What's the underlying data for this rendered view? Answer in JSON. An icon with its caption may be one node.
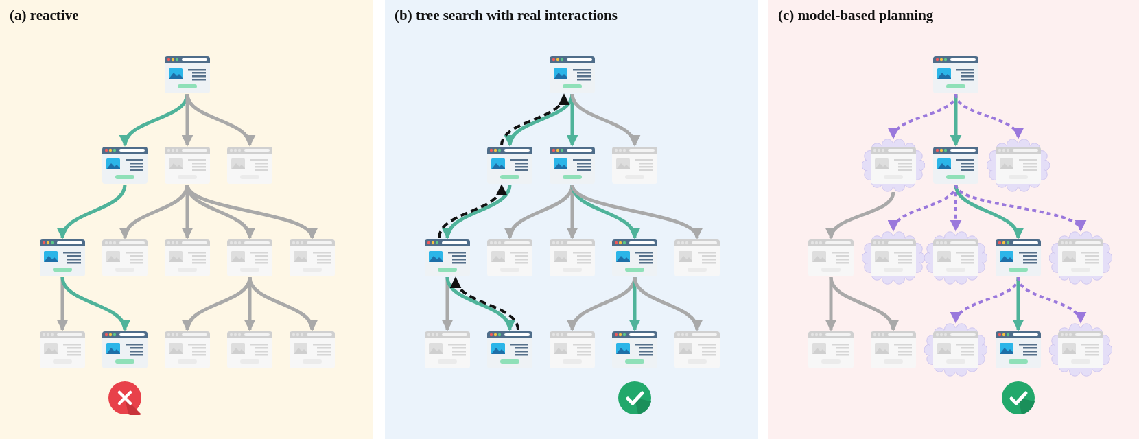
{
  "diagram": {
    "nodes": [
      {
        "text": [
          "(a) reactive"
        ]
      },
      {
        "text": [],
        "shape": "picture",
        "in": 0
      },
      {
        "text": [],
        "shape": "picture",
        "in": 0
      },
      {
        "text": [],
        "shape": "picture",
        "in": 0
      },
      {
        "text": [],
        "shape": "picture",
        "in": 0
      },
      {
        "text": [],
        "shape": "picture",
        "in": 0
      },
      {
        "text": [],
        "shape": "picture",
        "in": 0
      },
      {
        "text": [],
        "shape": "picture",
        "in": 0
      },
      {
        "text": [],
        "shape": "picture",
        "in": 0
      },
      {
        "text": [],
        "shape": "picture",
        "in": 0
      },
      {
        "text": [],
        "shape": "picture",
        "in": 0
      },
      {
        "text": [],
        "shape": "picture",
        "in": 0
      },
      {
        "text": [],
        "shape": "picture",
        "in": 0
      },
      {
        "text": [],
        "shape": "picture",
        "in": 0
      },
      {
        "text": [],
        "shape": "picture",
        "in": 0
      },
      {
        "text": [
          "(b) tree search with real interactions"
        ]
      },
      {
        "text": [],
        "shape": "picture",
        "in": 15
      },
      {
        "text": [],
        "shape": "picture",
        "in": 15
      },
      {
        "text": [],
        "shape": "picture",
        "in": 15
      },
      {
        "text": [],
        "shape": "picture",
        "in": 15
      },
      {
        "text": [],
        "shape": "picture",
        "in": 15
      },
      {
        "text": [],
        "shape": "picture",
        "in": 15
      },
      {
        "text": [],
        "shape": "picture",
        "in": 15
      },
      {
        "text": [],
        "shape": "picture",
        "in": 15
      },
      {
        "text": [],
        "shape": "picture",
        "in": 15
      },
      {
        "text": [],
        "shape": "picture",
        "in": 15
      },
      {
        "text": [],
        "shape": "picture",
        "in": 15
      },
      {
        "text": [],
        "shape": "picture",
        "in": 15
      },
      {
        "text": [],
        "shape": "picture",
        "in": 15
      },
      {
        "text": [],
        "shape": "picture",
        "in": 15
      },
      {
        "text": [
          "(c) model-based planning"
        ]
      },
      {
        "text": [],
        "shape": "picture",
        "in": 30
      },
      {
        "text": [],
        "shape": "cloud",
        "in": 30
      },
      {
        "text": [],
        "shape": "picture",
        "in": 30
      },
      {
        "text": [],
        "shape": "cloud",
        "in": 30
      },
      {
        "text": [],
        "shape": "picture",
        "in": 30
      },
      {
        "text": [],
        "shape": "cloud",
        "in": 30
      },
      {
        "text": [],
        "shape": "cloud",
        "in": 30
      },
      {
        "text": [],
        "shape": "picture",
        "in": 30
      },
      {
        "text": [],
        "shape": "cloud",
        "in": 30
      },
      {
        "text": [],
        "shape": "picture",
        "in": 30
      },
      {
        "text": [],
        "shape": "picture",
        "in": 30
      },
      {
        "text": [],
        "shape": "cloud",
        "in": 30
      },
      {
        "text": [],
        "shape": "picture",
        "in": 30
      },
      {
        "text": [],
        "shape": "cloud",
        "in": 30
      }
    ],
    "edges": [
      {
        "from": 1,
        "to": 2,
        "arrow": "to",
        "color": "#4fb39a"
      },
      {
        "from": 1,
        "to": 3,
        "arrow": "to"
      },
      {
        "from": 1,
        "to": 4,
        "arrow": "to"
      },
      {
        "from": 2,
        "to": 5,
        "arrow": "to",
        "color": "#4fb39a"
      },
      {
        "from": 3,
        "to": 6,
        "arrow": "to"
      },
      {
        "from": 3,
        "to": 7,
        "arrow": "to"
      },
      {
        "from": 3,
        "to": 8,
        "arrow": "to"
      },
      {
        "from": 3,
        "to": 9,
        "arrow": "to"
      },
      {
        "from": 5,
        "to": 10,
        "arrow": "to"
      },
      {
        "from": 5,
        "to": 11,
        "arrow": "to",
        "color": "#4fb39a"
      },
      {
        "from": 8,
        "to": 12,
        "arrow": "to"
      },
      {
        "from": 8,
        "to": 13,
        "arrow": "to"
      },
      {
        "from": 8,
        "to": 14,
        "arrow": "to"
      },
      {
        "from": 16,
        "to": 17,
        "arrow": "to",
        "color": "#4fb39a"
      },
      {
        "from": 16,
        "to": 18,
        "arrow": "to",
        "color": "#4fb39a"
      },
      {
        "from": 16,
        "to": 19,
        "arrow": "to"
      },
      {
        "from": 17,
        "to": 20,
        "arrow": "to",
        "color": "#4fb39a"
      },
      {
        "from": 18,
        "to": 21,
        "arrow": "to"
      },
      {
        "from": 18,
        "to": 22,
        "arrow": "to"
      },
      {
        "from": 18,
        "to": 23,
        "arrow": "to",
        "color": "#4fb39a"
      },
      {
        "from": 18,
        "to": 24,
        "arrow": "to"
      },
      {
        "from": 20,
        "to": 25,
        "arrow": "to"
      },
      {
        "from": 20,
        "to": 26,
        "arrow": "to",
        "color": "#4fb39a"
      },
      {
        "from": 23,
        "to": 27,
        "arrow": "to"
      },
      {
        "from": 23,
        "to": 28,
        "arrow": "to",
        "color": "#4fb39a"
      },
      {
        "from": 23,
        "to": 29,
        "arrow": "to"
      },
      {
        "from": 26,
        "to": 20,
        "arrow": "to",
        "style": "dashed",
        "color": "#111111"
      },
      {
        "from": 20,
        "to": 17,
        "arrow": "to",
        "style": "dashed",
        "color": "#111111"
      },
      {
        "from": 17,
        "to": 16,
        "arrow": "to",
        "style": "dashed",
        "color": "#111111"
      },
      {
        "from": 31,
        "to": 32,
        "arrow": "to",
        "style": "dashed",
        "color": "#9a78dc"
      },
      {
        "from": 31,
        "to": 33,
        "arrow": "to",
        "color": "#4fb39a"
      },
      {
        "from": 31,
        "to": 34,
        "arrow": "to",
        "style": "dashed",
        "color": "#9a78dc"
      },
      {
        "from": 32,
        "to": 35,
        "arrow": "to"
      },
      {
        "from": 33,
        "to": 36,
        "arrow": "to",
        "style": "dashed",
        "color": "#9a78dc"
      },
      {
        "from": 33,
        "to": 37,
        "arrow": "to",
        "style": "dashed",
        "color": "#9a78dc"
      },
      {
        "from": 33,
        "to": 38,
        "arrow": "to",
        "color": "#4fb39a"
      },
      {
        "from": 33,
        "to": 39,
        "arrow": "to",
        "style": "dashed",
        "color": "#9a78dc"
      },
      {
        "from": 35,
        "to": 40,
        "arrow": "to"
      },
      {
        "from": 35,
        "to": 41,
        "arrow": "to"
      },
      {
        "from": 38,
        "to": 42,
        "arrow": "to",
        "style": "dashed",
        "color": "#9a78dc"
      },
      {
        "from": 38,
        "to": 43,
        "arrow": "to",
        "color": "#4fb39a"
      },
      {
        "from": 38,
        "to": 44,
        "arrow": "to",
        "style": "dashed",
        "color": "#9a78dc"
      }
    ]
  }
}
